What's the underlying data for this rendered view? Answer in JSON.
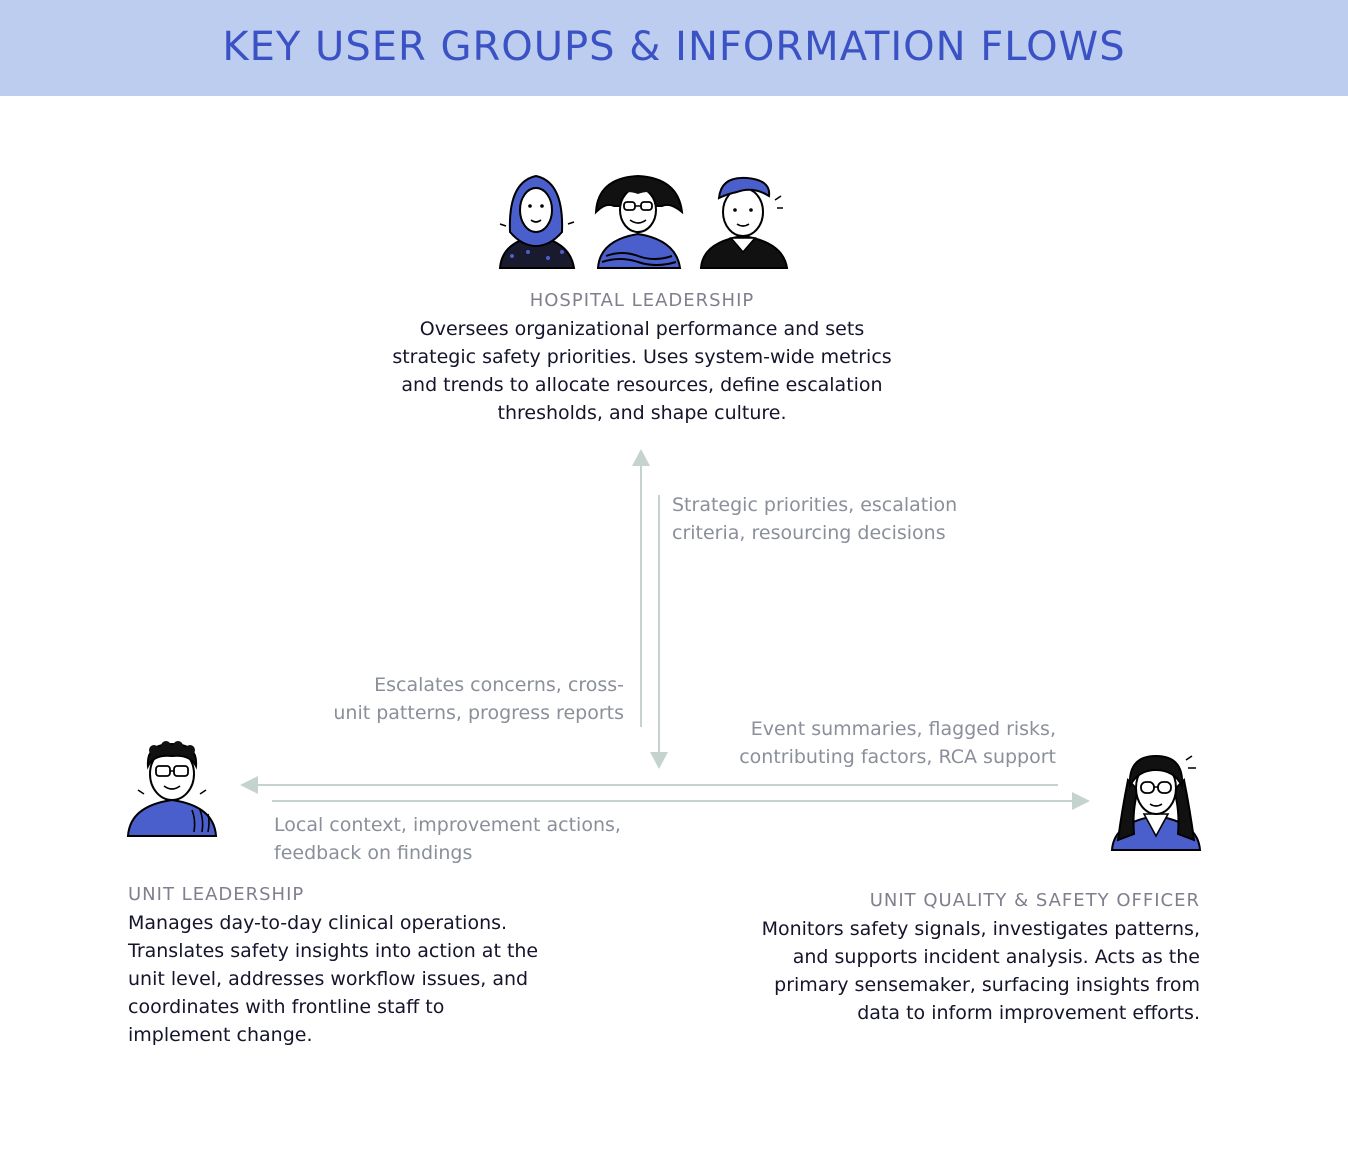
{
  "title": "KEY USER GROUPS & INFORMATION FLOWS",
  "groups": {
    "hospital": {
      "name": "HOSPITAL LEADERSHIP",
      "desc_lines": [
        "Oversees organizational performance and sets",
        "strategic safety priorities. Uses system-wide metrics",
        "and trends to allocate resources, define escalation",
        "thresholds, and shape culture."
      ]
    },
    "unit": {
      "name": "UNIT LEADERSHIP",
      "desc_lines": [
        "Manages day-to-day clinical operations.",
        "Translates safety insights into action at the",
        "unit level, addresses workflow issues, and",
        "coordinates with frontline staff to",
        "implement change."
      ]
    },
    "officer": {
      "name": "UNIT QUALITY & SAFETY OFFICER",
      "desc_lines": [
        "Monitors safety signals, investigates patterns,",
        "and supports incident analysis. Acts as the",
        "primary sensemaker, surfacing insights from",
        "data to inform improvement efforts."
      ]
    }
  },
  "flows": {
    "down_from_hospital": [
      "Strategic priorities, escalation",
      "criteria, resourcing decisions"
    ],
    "up_to_hospital": [
      "Escalates concerns, cross-",
      "unit patterns, progress reports"
    ],
    "officer_to_unit": [
      "Event summaries, flagged risks,",
      "contributing factors, RCA support"
    ],
    "unit_to_officer": [
      "Local context, improvement actions,",
      "feedback on findings"
    ]
  },
  "colors": {
    "banner": "#bccdf0",
    "title": "#3b52c4",
    "accent_blue": "#4a5fcc",
    "arrow": "#c5d3ce"
  }
}
